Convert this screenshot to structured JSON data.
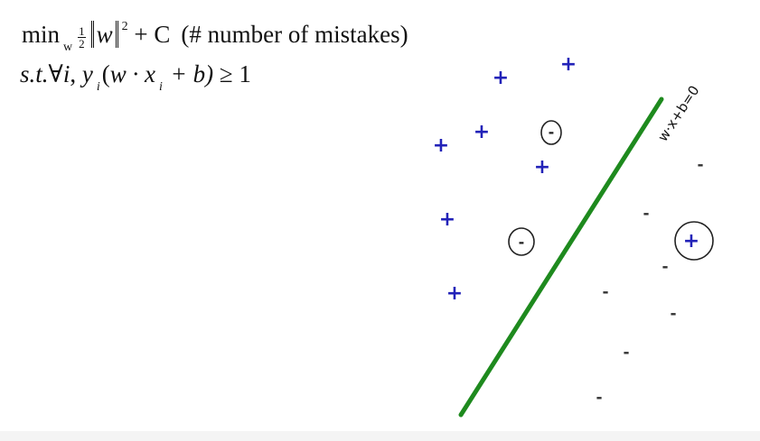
{
  "objective": {
    "min": "min",
    "subscript": "w",
    "frac_num": "1",
    "frac_den": "2",
    "w": "w",
    "power": "2",
    "penalty": "+ C",
    "comment": "(# number of mistakes)"
  },
  "constraint": {
    "st": "s.t.",
    "forall": "∀",
    "i": "i",
    "comma": ",",
    "y": "y",
    "y_sub": "i",
    "open": "(",
    "w_dot_x": "w · x",
    "x_sub": "i",
    "plus_b": "+ b)",
    "geq": "≥",
    "one": "1"
  },
  "separator": {
    "label": "w·x+b=0",
    "color": "#1e8a1e"
  },
  "markers": {
    "plus_symbol": "+",
    "minus_symbol": "-",
    "plus_color": "#2222b8",
    "minus_color": "#333333"
  },
  "points": {
    "positive": [
      {
        "symbol": "+"
      },
      {
        "symbol": "+"
      },
      {
        "symbol": "+"
      },
      {
        "symbol": "+"
      },
      {
        "symbol": "+"
      },
      {
        "symbol": "+"
      },
      {
        "symbol": "+"
      }
    ],
    "negative": [
      {
        "symbol": "-"
      },
      {
        "symbol": "-"
      },
      {
        "symbol": "-"
      },
      {
        "symbol": "-"
      },
      {
        "symbol": "-"
      },
      {
        "symbol": "-"
      },
      {
        "symbol": "-"
      }
    ],
    "mistakes": [
      {
        "symbol": "-",
        "class": "negative-on-positive-side"
      },
      {
        "symbol": "-",
        "class": "negative-on-positive-side"
      },
      {
        "symbol": "+",
        "class": "positive-on-negative-side"
      }
    ]
  }
}
